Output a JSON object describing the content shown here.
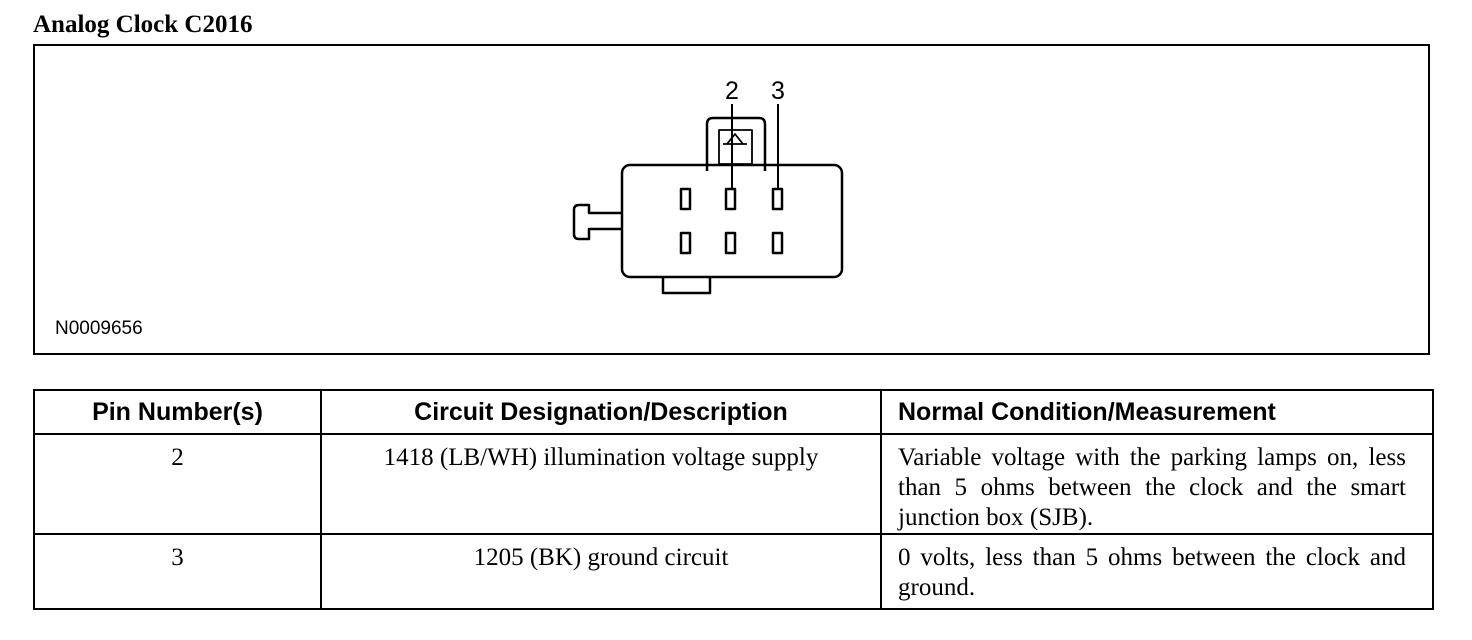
{
  "title": "Analog Clock C2016",
  "figure": {
    "id": "N0009656",
    "pin_callouts": [
      "2",
      "3"
    ]
  },
  "table": {
    "headers": [
      "Pin Number(s)",
      "Circuit Designation/Description",
      "Normal Condition/Measurement"
    ],
    "rows": [
      {
        "pin": "2",
        "circuit": "1418 (LB/WH) illumination voltage supply",
        "condition": "Variable voltage with the parking lamps on, less than 5 ohms between the clock and the smart junction box (SJB)."
      },
      {
        "pin": "3",
        "circuit": "1205 (BK) ground circuit",
        "condition": "0 volts, less than 5 ohms between the clock and ground."
      }
    ]
  }
}
